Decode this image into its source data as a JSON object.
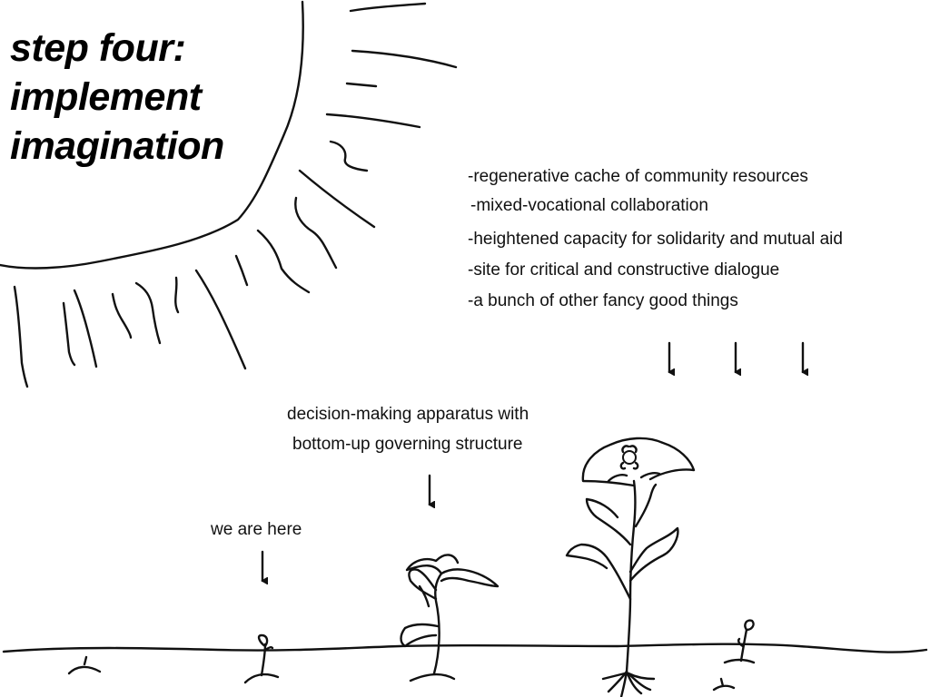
{
  "title_lines": [
    "step four:",
    "implement",
    "imagination"
  ],
  "benefits": [
    "-regenerative cache of community resources",
    "-mixed-vocational collaboration",
    "-heightened capacity for solidarity and mutual aid",
    "-site for critical and constructive dialogue",
    "-a bunch of other fancy good things"
  ],
  "labels": {
    "decision_line1": "decision-making apparatus with",
    "decision_line2": "bottom-up governing structure",
    "we_are_here": "we are here"
  },
  "drawing": {
    "style": "hand-drawn black line art on white",
    "elements": [
      "sun-outline",
      "sun-rays",
      "ground-line",
      "sprouts",
      "young-plant",
      "flowering-plant",
      "arrows"
    ]
  }
}
